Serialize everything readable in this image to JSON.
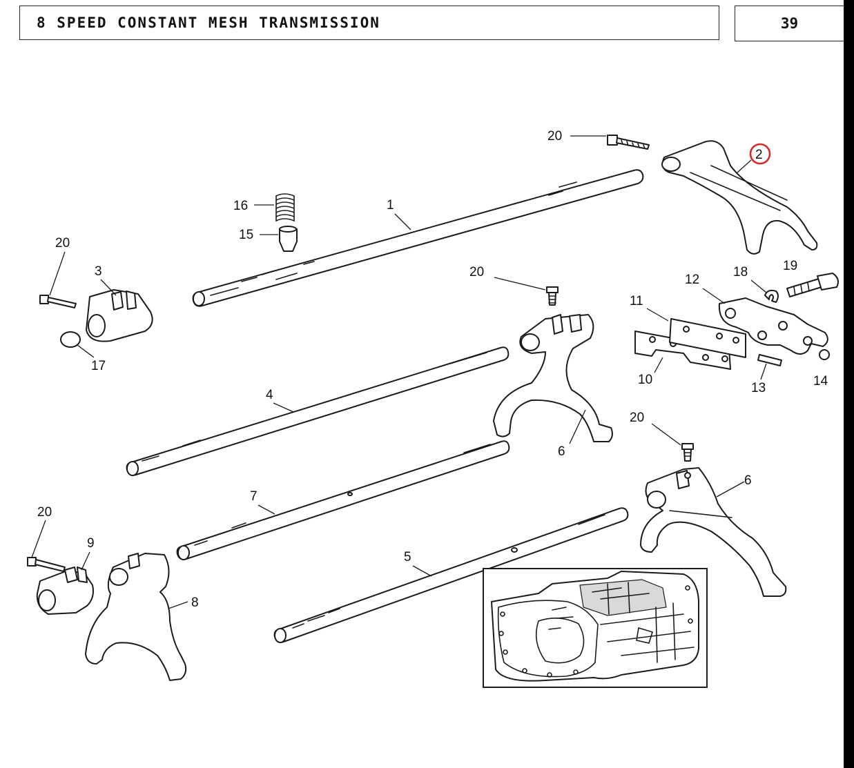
{
  "header": {
    "title": "8 SPEED CONSTANT MESH TRANSMISSION",
    "page_number": "39"
  },
  "callouts": {
    "c1": "1",
    "c2": "2",
    "c3": "3",
    "c4": "4",
    "c5": "5",
    "c6a": "6",
    "c6b": "6",
    "c7": "7",
    "c8": "8",
    "c9": "9",
    "c10": "10",
    "c11": "11",
    "c12": "12",
    "c13": "13",
    "c14": "14",
    "c15": "15",
    "c16": "16",
    "c17": "17",
    "c18": "18",
    "c19": "19",
    "c20a": "20",
    "c20b": "20",
    "c20c": "20",
    "c20d": "20",
    "c20e": "20"
  },
  "highlight": {
    "color": "#d42a2a",
    "part": "2"
  },
  "colors": {
    "line": "#1a1a1a",
    "background": "#ffffff"
  }
}
